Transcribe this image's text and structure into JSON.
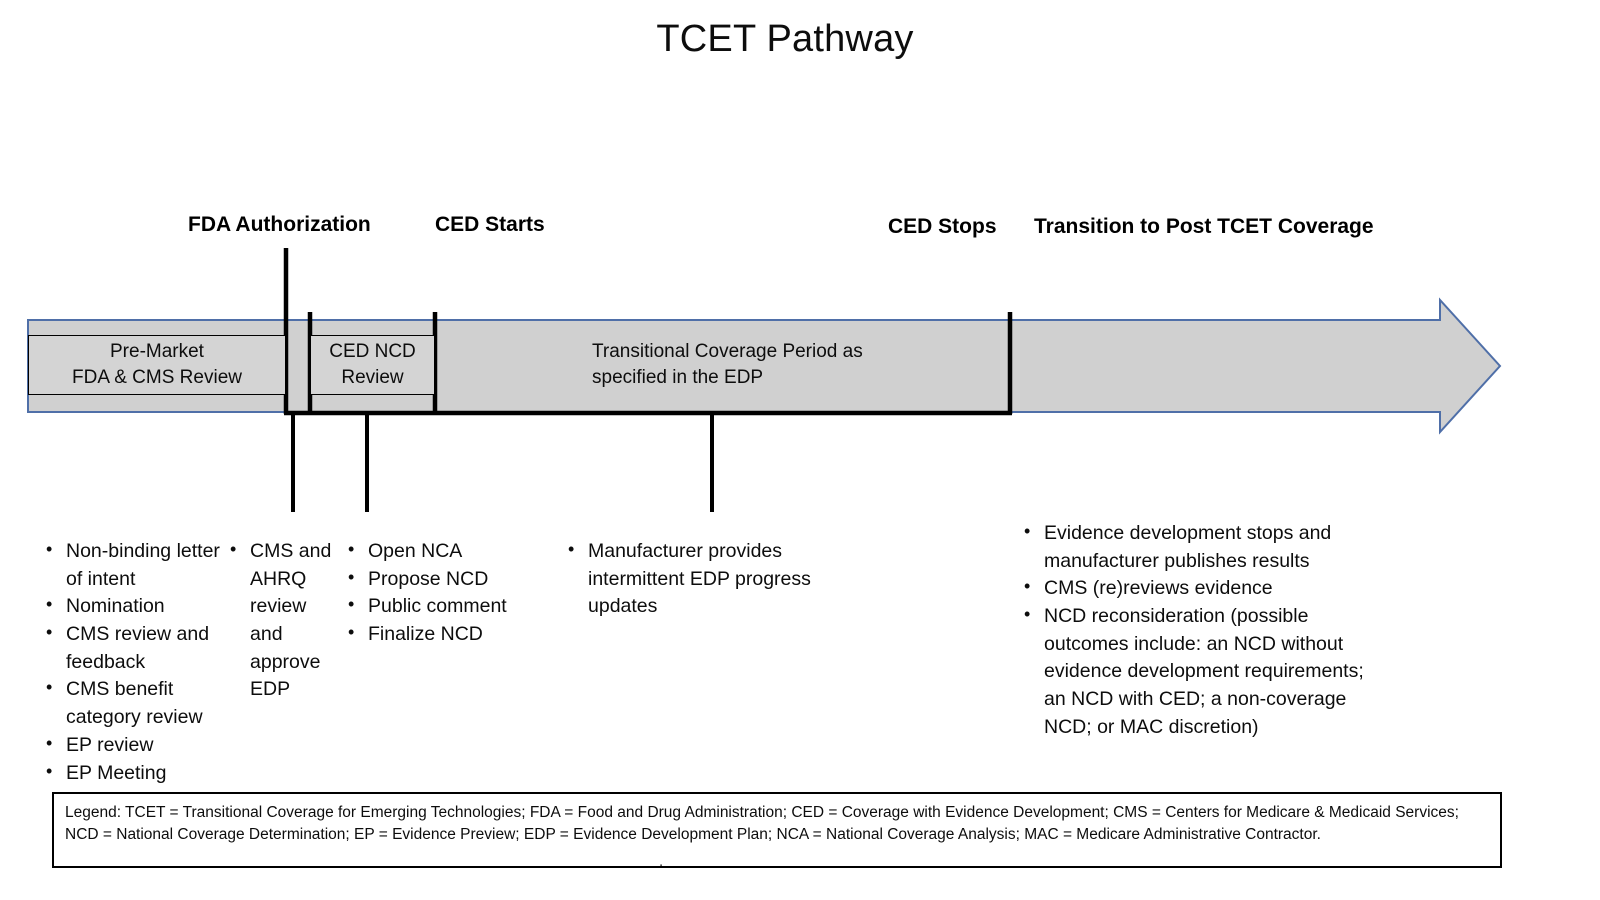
{
  "title": "TCET Pathway",
  "milestones": [
    {
      "label": "FDA Authorization"
    },
    {
      "label": "CED Starts"
    },
    {
      "label": "CED Stops"
    },
    {
      "label": "Transition to Post TCET Coverage"
    }
  ],
  "phases": [
    {
      "line1": "Pre-Market",
      "line2": "FDA & CMS Review"
    },
    {
      "line1": "CED NCD",
      "line2": "Review"
    },
    {
      "line1": "Transitional Coverage Period as",
      "line2": "specified in the EDP"
    }
  ],
  "bullet_columns": [
    {
      "name": "pre-market-activities",
      "items": [
        "Non-binding letter of intent",
        "Nomination",
        "CMS review and feedback",
        "CMS benefit category review",
        "EP review",
        "EP Meeting"
      ]
    },
    {
      "name": "edp-approval-activities",
      "items": [
        "CMS and AHRQ review and approve EDP"
      ]
    },
    {
      "name": "ncd-process-activities",
      "items": [
        "Open NCA",
        "Propose NCD",
        "Public comment",
        "Finalize NCD"
      ]
    },
    {
      "name": "coverage-period-activities",
      "items": [
        "Manufacturer provides intermittent EDP progress updates"
      ]
    },
    {
      "name": "post-tcet-activities",
      "items": [
        "Evidence development stops and manufacturer publishes results",
        "CMS (re)reviews evidence",
        "NCD reconsideration (possible outcomes include: an NCD without evidence development requirements; an NCD with CED; a non-coverage NCD; or MAC discretion)"
      ]
    }
  ],
  "legend": {
    "text": "Legend:  TCET = Transitional Coverage for Emerging Technologies; FDA = Food and Drug Administration; CED = Coverage with Evidence Development; CMS = Centers for Medicare & Medicaid Services; NCD = National Coverage Determination; EP = Evidence Preview; EDP = Evidence Development Plan; NCA = National Coverage Analysis; MAC = Medicare Administrative Contractor.",
    "stray_mark": "."
  },
  "colors": {
    "arrow_fill": "#d0d0d0",
    "arrow_stroke": "#4f6fa8",
    "box_fill": "#d4d4d4",
    "box_stroke": "#000000",
    "text": "#0d0d0d"
  }
}
